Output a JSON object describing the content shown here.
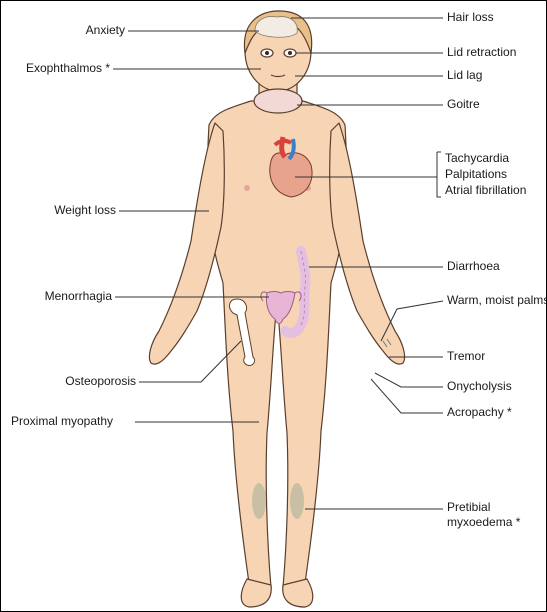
{
  "colors": {
    "skin": "#f7d5b4",
    "skin_outline": "#5a3f2e",
    "hair": "#e8c08a",
    "thyroid": "#f3d9d6",
    "heart": "#e7a38c",
    "vessel_red": "#d9413a",
    "vessel_blue": "#3d7ec9",
    "uterus": "#e9b5d6",
    "bowel": "#e5bfe0",
    "bone": "#ffffff",
    "myxoedema": "#c9bfa4",
    "leader_line": "#333333"
  },
  "labels": {
    "anxiety": "Anxiety",
    "exophthalmos": "Exophthalmos *",
    "weight_loss": "Weight loss",
    "menorrhagia": "Menorrhagia",
    "osteoporosis": "Osteoporosis",
    "proximal_myopathy": "Proximal myopathy",
    "hair_loss": "Hair loss",
    "lid_retraction": "Lid retraction",
    "lid_lag": "Lid lag",
    "goitre": "Goitre",
    "cardiac": [
      "Tachycardia",
      "Palpitations",
      "Atrial fibrillation"
    ],
    "diarrhoea": "Diarrhoea",
    "warm_palms": "Warm, moist palms",
    "tremor": "Tremor",
    "onycholysis": "Onycholysis",
    "acropachy": "Acropachy *",
    "pretibial": [
      "Pretibial",
      "myxoedema *"
    ]
  }
}
